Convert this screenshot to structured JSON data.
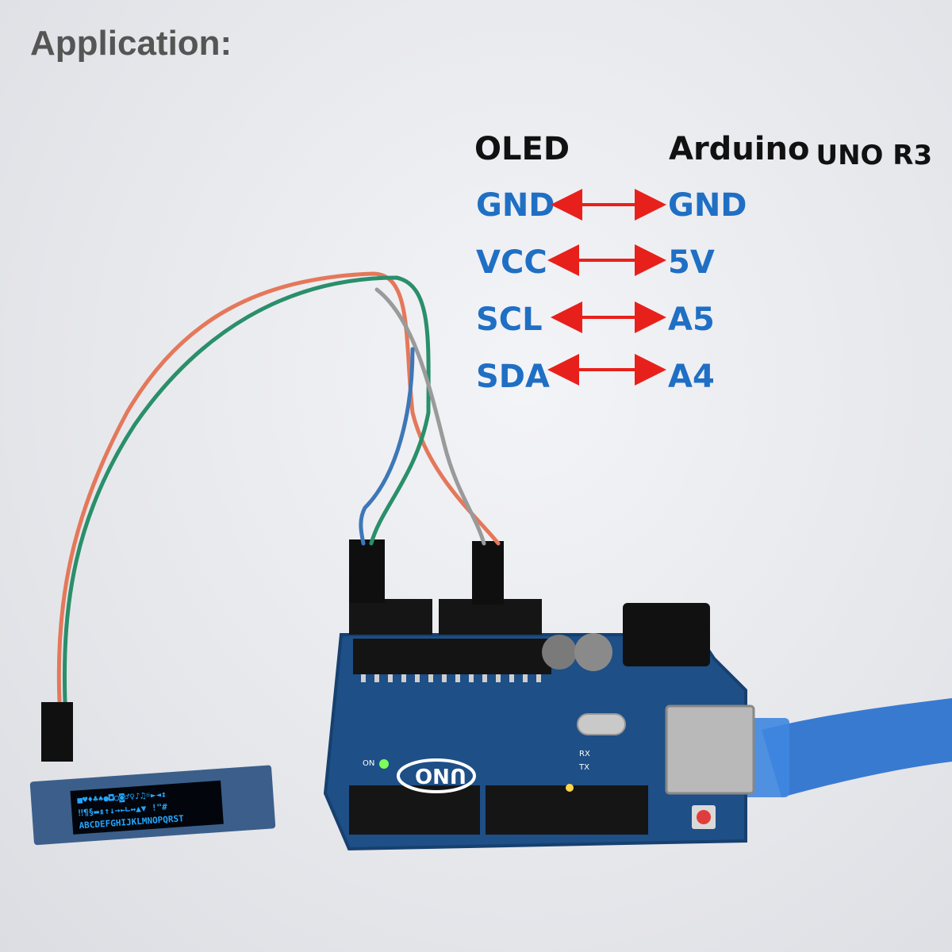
{
  "title": "Application:",
  "headers": {
    "left": "OLED",
    "right_main": "Arduino",
    "right_sub": "UNO R3"
  },
  "connections": [
    {
      "oled": "GND",
      "arduino": "GND"
    },
    {
      "oled": "VCC",
      "arduino": "5V"
    },
    {
      "oled": "SCL",
      "arduino": "A5"
    },
    {
      "oled": "SDA",
      "arduino": "A4"
    }
  ],
  "board": {
    "logo": "UNO",
    "on_label": "ON",
    "tx_label": "TX",
    "rx_label": "RX"
  },
  "colors": {
    "pin_text": "#1f6fc4",
    "arrow": "#e8201b",
    "board": "#1e4f86",
    "wire_orange": "#e4785a",
    "wire_green": "#2a8f6a",
    "wire_gray": "#9a9a9a",
    "wire_blue": "#3d77b8",
    "usb_cable": "#2f74d0",
    "oled_text": "#25a6ff"
  }
}
